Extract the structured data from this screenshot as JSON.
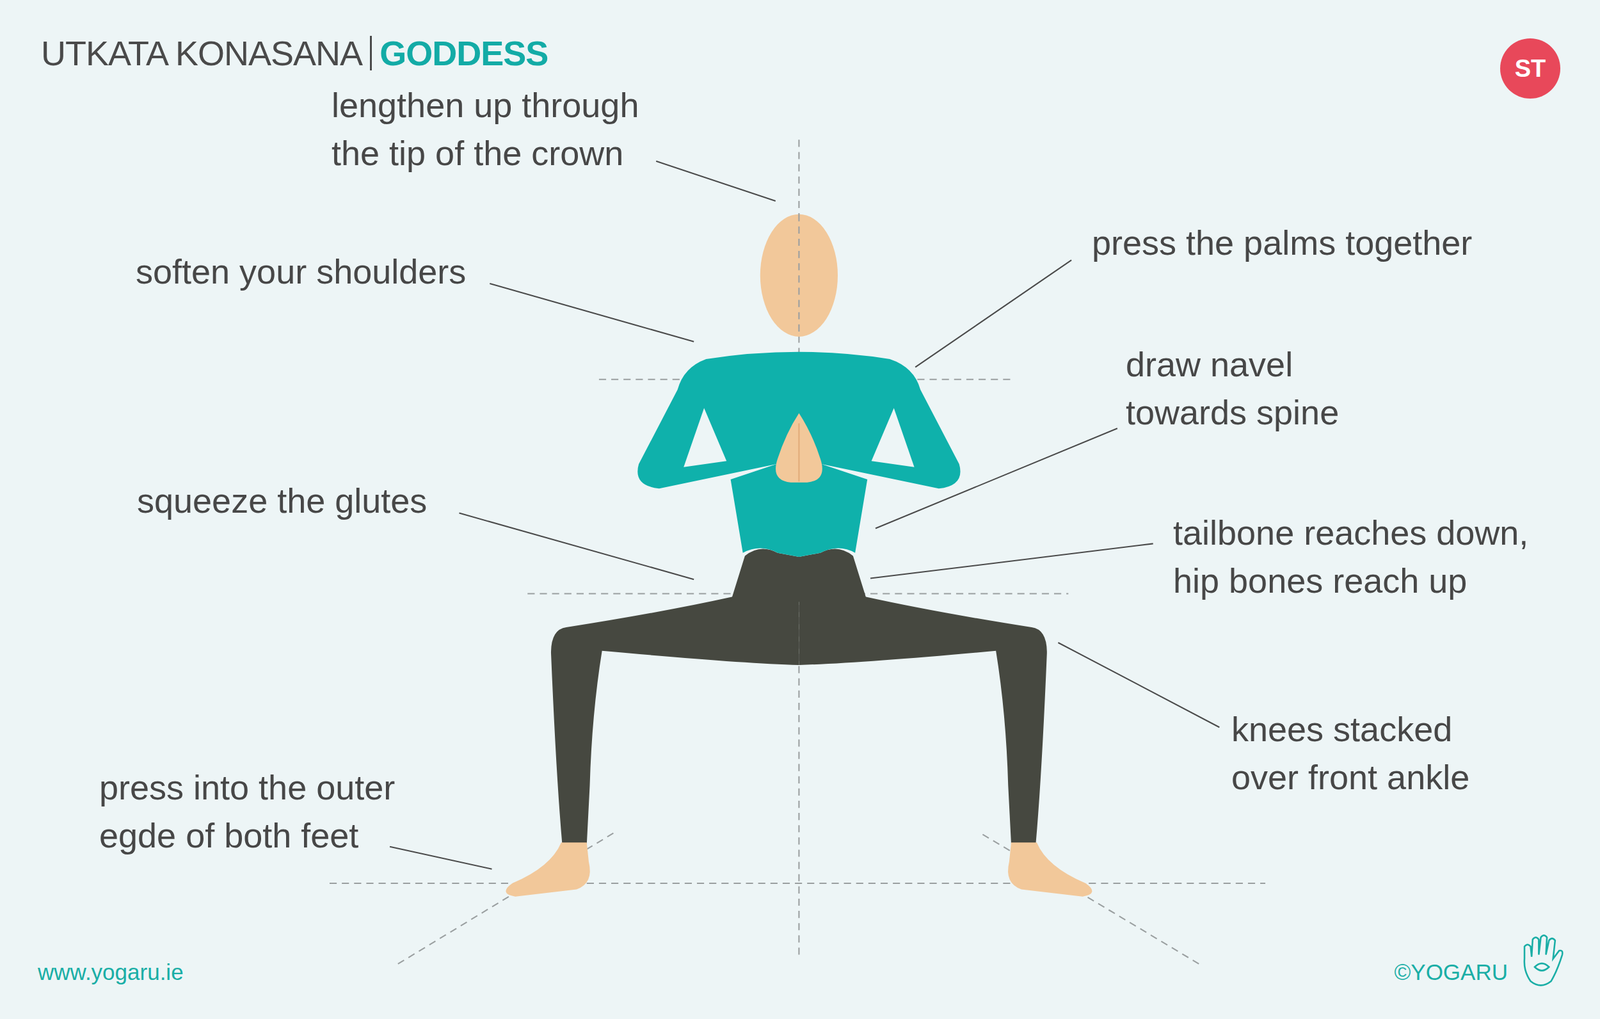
{
  "diagram": {
    "title": "UTKATA KONASANA",
    "nodes": [
      {
        "text": [
          "ST"
        ]
      }
    ],
    "labels": [
      "GODDESS",
      "lengthen up through the tip of the crown",
      "soften your shoulders",
      "press the palms together",
      "draw navel towards spine",
      "squeeze the glutes",
      "tailbone reaches down, hip bones reach up",
      "knees stacked over front ankle",
      "press into the outer egde of both feet",
      "www.yogaru.ie",
      "©YOGARU"
    ]
  }
}
